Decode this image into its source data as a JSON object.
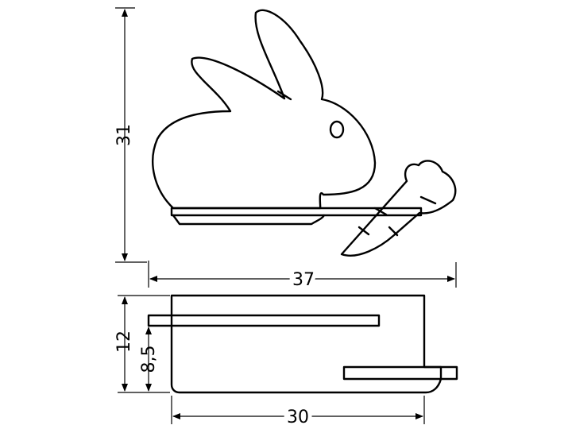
{
  "dimensions": {
    "height_overall": "31",
    "width_overall": "37",
    "depth_total": "12",
    "shelf_height": "8,5",
    "base_width": "30"
  },
  "colors": {
    "line": "#000000",
    "background": "#ffffff"
  }
}
